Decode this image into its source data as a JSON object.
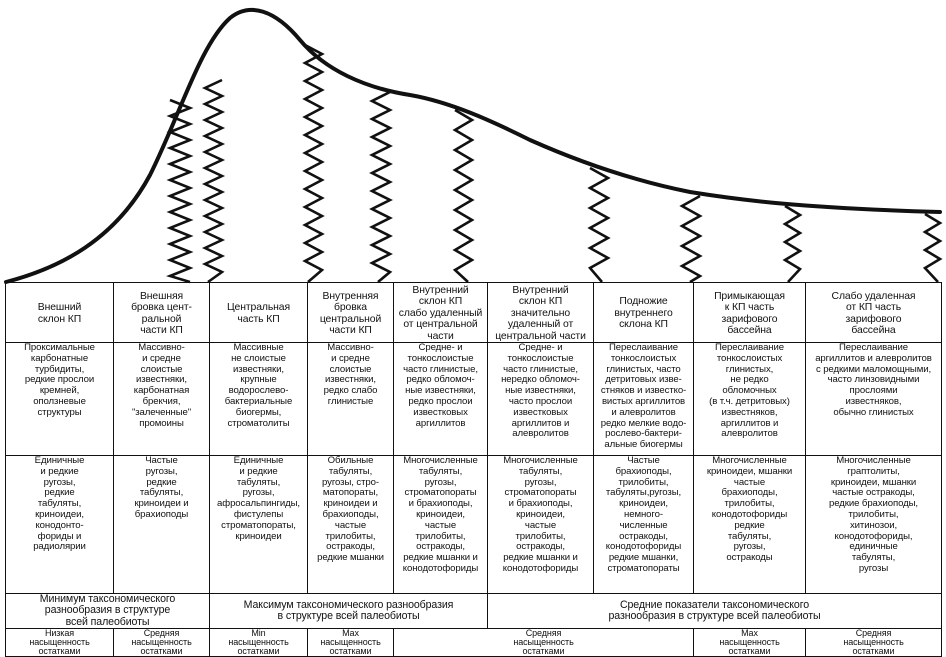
{
  "zones": [
    "Внешний\nсклон КП",
    "Внешняя\nбровка цент-\nральной\nчасти КП",
    "Центральная\nчасть КП",
    "Внутренняя\nбровка\nцентральной\nчасти КП",
    "Внутренний\nсклон КП\nслабо удаленный\nот центральной\nчасти",
    "Внутренний\nсклон КП\nзначительно\nудаленный от\nцентральной части",
    "Подножие\nвнутреннего\nсклона КП",
    "Примыкающая\nк КП часть\nзарифового\nбассейна",
    "Слабо удаленная\nот КП часть\nзарифового\nбассейна"
  ],
  "lithology": [
    "Проксимальные\nкарбонатные\nтурбидиты,\nредкие прослои\nкремней,\nоползневые\nструктуры",
    "Массивно-\nи средне\nслоистые\nизвестняки,\nкарбонатная\nбрекчия,\n\"залеченные\"\nпромоины",
    "Массивные\nне слоистые\nизвестняки,\nкрупные\nводорослево-\nбактериальные\nбиогермы,\nстроматолиты",
    "Массивно-\nи средне\nслоистые\nизвестняки,\nредко слабо\nглинистые",
    "Средне- и\nтонкослоистые\nчасто глинистые,\nредко обломоч-\nные известняки,\nредко прослои\nизвестковых\nаргиллитов",
    "Средне- и\nтонкослоистые\nчасто глинистые,\nнередко обломоч-\nные известняки,\nчасто прослои\nизвестковых\nаргиллитов и\nалевролитов",
    "Переслаивание\nтонкослоистых\nглинистых, часто\nдетритовых изве-\nстняков и известко-\nвистых аргиллитов\nи алевролитов\nредко мелкие водо-\nрослево-бактери-\nальные биогермы",
    "Переслаивание\nтонкослоистых\nглинистых,\nне редко\nобломочных\n(в т.ч. детритовых)\nизвестняков,\nаргиллитов и\nалевролитов",
    "Переслаивание\nаргиллитов и алевролитов\nс редкими маломощными,\nчасто линзовидными\nпрослоями\nизвестняков,\nобычно глинистых"
  ],
  "fauna": [
    "Единичные\nи редкие\nругозы,\nредкие\nтабуляты,\nкриноидеи,\nконодонто-\nфориды и\nрадиолярии",
    "Частые\nругозы,\nредкие\nтабуляты,\nкриноидеи и\nбрахиоподы",
    "Единичные\nи редкие\nтабуляты,\nругозы,\nафросальпингиды,\nфистулепы\nстроматопораты,\nкриноидеи",
    "Обильные\nтабуляты,\nругозы, стро-\nматопораты,\nкриноидеи и\nбрахиоподы,\nчастые\nтрилобиты,\nостракоды,\nредкие мшанки",
    "Многочисленные\nтабуляты,\nругозы,\nстроматопораты\nи брахиоподы,\nкриноидеи,\nчастые\nтрилобиты,\nостракоды,\nредкие мшанки и\nконодотофориды",
    "Многочисленные\nтабуляты,\nругозы,\nстроматопораты\nи брахиоподы,\nкриноидеи,\nчастые\nтрилобиты,\nостракоды,\nредкие мшанки и\nконодотофориды",
    "Частые\nбрахиоподы,\nтрилобиты,\nтабуляты,ругозы,\nкриноидеи,\nнемного-\nчисленные\nостракоды,\nконодотофориды\nредкие мшанки,\nстроматопораты",
    "Многочисленные\nкриноидеи, мшанки\nчастые\nбрахиоподы,\nтрилобиты,\nконодотофориды\nредкие\nтабуляты,\nругозы,\nостракоды",
    "Многочисленные\nграптолиты,\nкриноидеи, мшанки\nчастые остракоды,\nредкие брахиоподы,\nтрилобиты,\nхитинозои,\nконодотофориды,\nединичные\nтабуляты,\nругозы"
  ],
  "diversity": [
    "Минимум таксономического\nразнообразия в структуре\nвсей палеобиоты",
    "Максимум таксономического разнообразия\nв структуре всей палеобиоты",
    "Средние показатели таксономического\nразнообразия в структуре всей палеобиоты"
  ],
  "saturation": [
    "Низкая\nнасыщенность\nостатками",
    "Средняя\nнасыщенность\nостатками",
    "Min\nнасыщенность\nостатками",
    "Max\nнасыщенность\nостатками",
    "Средняя\nнасыщенность\nостатками",
    "Max\nнасыщенность\nостатками",
    "Средняя\nнасыщенность\nостатками"
  ]
}
